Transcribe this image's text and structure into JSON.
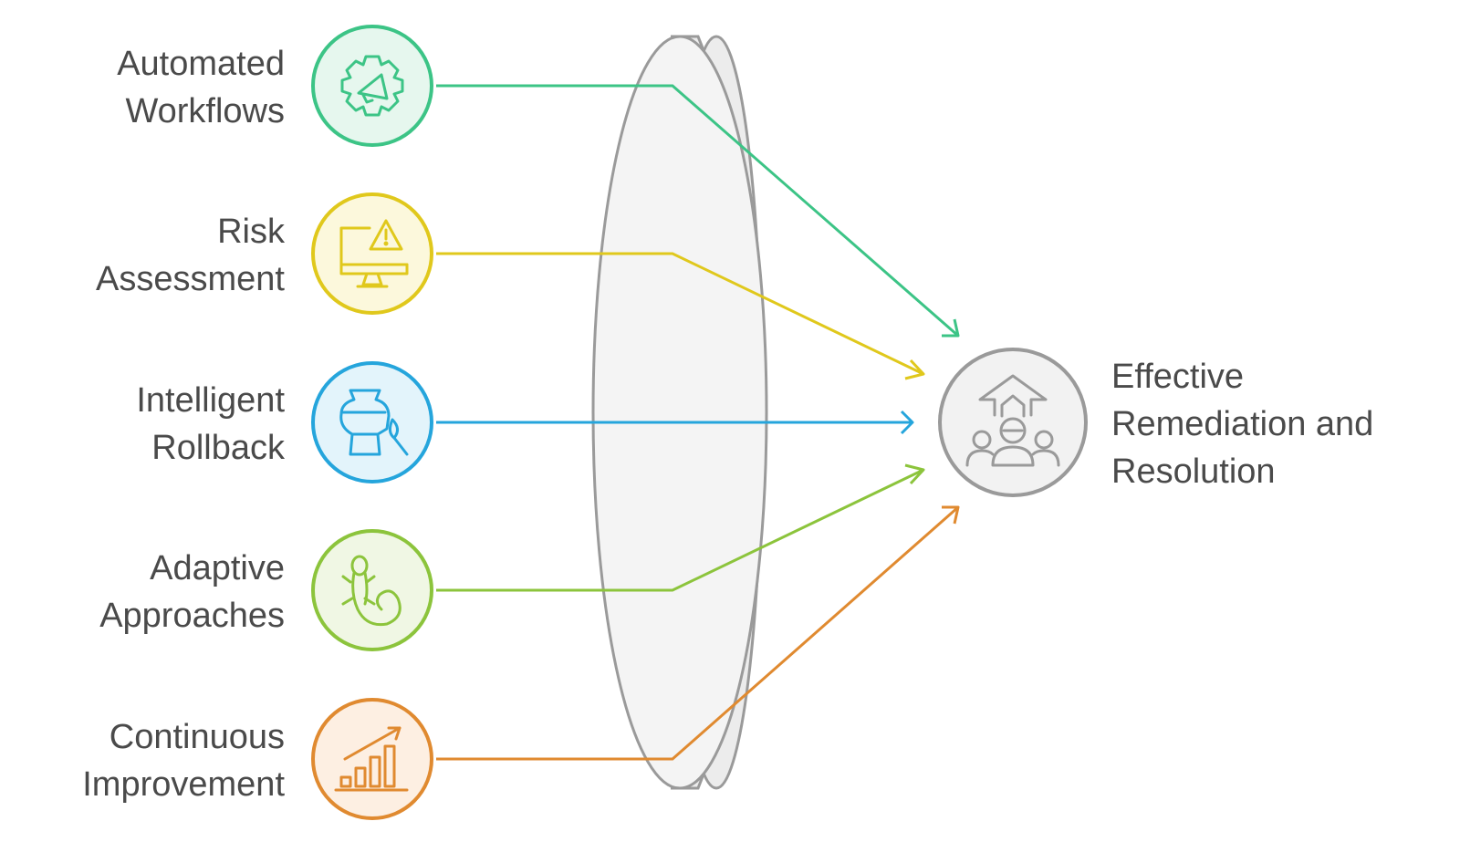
{
  "inputs": [
    {
      "line1": "Automated",
      "line2": "Workflows",
      "color": "#3cc486",
      "fill": "#e6f7ee",
      "icon": "gear-megaphone-icon"
    },
    {
      "line1": "Risk",
      "line2": "Assessment",
      "color": "#e0c81c",
      "fill": "#fcf8dc",
      "icon": "monitor-warning-icon"
    },
    {
      "line1": "Intelligent",
      "line2": "Rollback",
      "color": "#25a5dc",
      "fill": "#e3f4fb",
      "icon": "vase-brush-icon"
    },
    {
      "line1": "Adaptive",
      "line2": "Approaches",
      "color": "#8cc43c",
      "fill": "#f0f7e4",
      "icon": "salamander-icon"
    },
    {
      "line1": "Continuous",
      "line2": "Improvement",
      "color": "#e08a30",
      "fill": "#fdefe2",
      "icon": "growth-chart-icon"
    }
  ],
  "output": {
    "line1": "Effective",
    "line2": "Remediation and",
    "line3": "Resolution",
    "color": "#9a9a9a",
    "fill": "#f2f2f2",
    "icon": "team-upward-arrow-icon"
  },
  "lens": {
    "stroke": "#9a9a9a",
    "fill": "#f2f2f2"
  }
}
